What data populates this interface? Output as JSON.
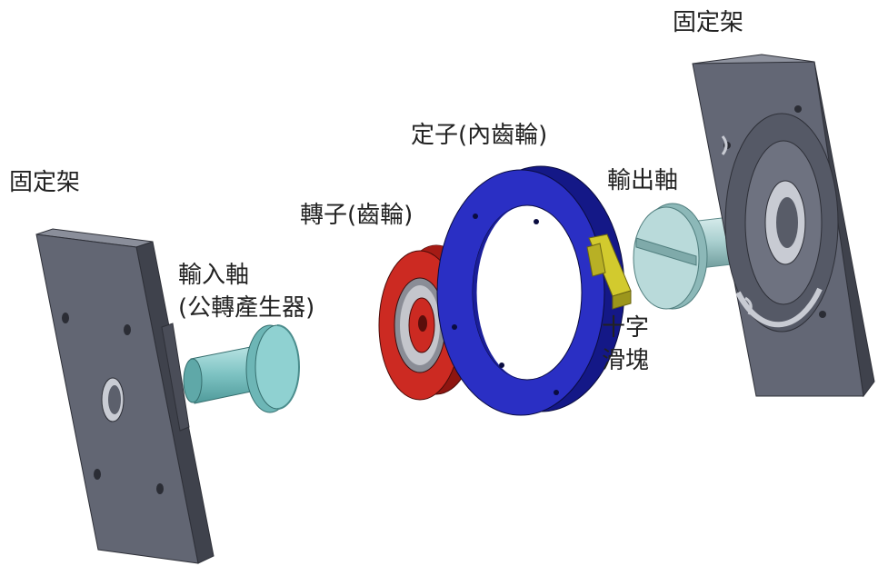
{
  "labels": {
    "left_bracket": "固定架",
    "right_bracket": "固定架",
    "input_shaft_line1": "輸入軸",
    "input_shaft_line2": "(公轉產生器)",
    "rotor": "轉子(齒輪)",
    "stator": "定子(內齒輪)",
    "output_shaft": "輸出軸",
    "slider_line1": "十字",
    "slider_line2": "滑塊"
  },
  "colors": {
    "bracket": "#5e6270",
    "input_shaft": "#7fc4c4",
    "rotor": "#c8241e",
    "stator": "#1e22b0",
    "output_shaft": "#a9cfcf",
    "slider": "#c9c127"
  }
}
